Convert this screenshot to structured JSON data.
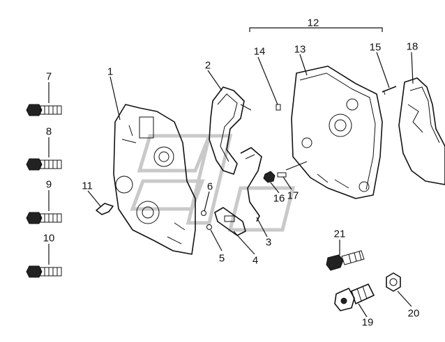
{
  "callouts": {
    "n1": "1",
    "n2": "2",
    "n3": "3",
    "n4": "4",
    "n5": "5",
    "n6": "6",
    "n7": "7",
    "n8": "8",
    "n9": "9",
    "n10": "10",
    "n11": "11",
    "n12": "12",
    "n13": "13",
    "n14": "14",
    "n15": "15",
    "n16": "16",
    "n17": "17",
    "n18": "18",
    "n19": "19",
    "n20": "20",
    "n21": "21"
  },
  "colors": {
    "ink": "#111111",
    "watermark": "#c9c9c9",
    "background": "#ffffff"
  }
}
